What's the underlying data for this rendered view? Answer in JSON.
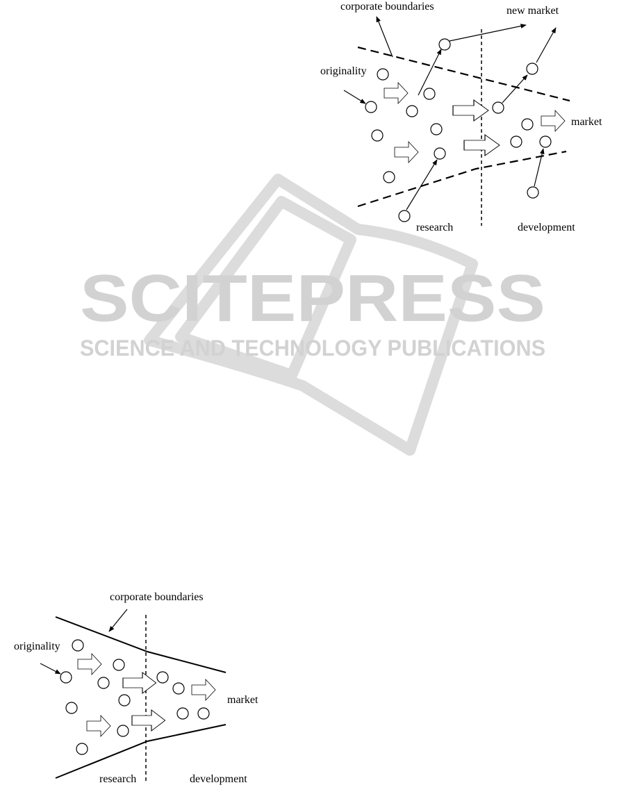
{
  "watermark": {
    "title": "SCITEPRESS",
    "subtitle": "SCIENCE AND TECHNOLOGY PUBLICATIONS"
  },
  "open_innovation": {
    "labels": {
      "corporate_boundaries": "corporate boundaries",
      "new_market": "new market",
      "originality": "originality",
      "market": "market",
      "research": "research",
      "development": "development"
    }
  },
  "closed_innovation": {
    "labels": {
      "corporate_boundaries": "corporate boundaries",
      "originality": "originality",
      "market": "market",
      "research": "research",
      "development": "development"
    }
  },
  "colors": {
    "stroke": "#000000",
    "watermark": "#d2d2d2"
  }
}
